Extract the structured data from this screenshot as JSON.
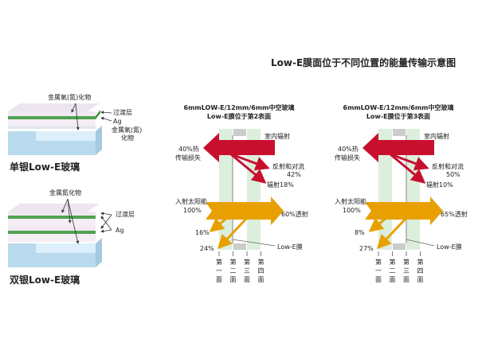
{
  "title": "Low-E膜面位于不同位置的能量传输示意图",
  "single": {
    "caption": "单银Low-E玻璃",
    "label_top": "金属氧(氮)化物",
    "label_transition": "过渡层",
    "label_ag": "Ag",
    "label_bottom_1": "金属氧(氮)",
    "label_bottom_2": "化物"
  },
  "double": {
    "caption": "双银Low-E玻璃",
    "label_top": "金属氮化物",
    "label_transition": "过渡层",
    "label_ag": "Ag"
  },
  "diagrams": [
    {
      "title_1": "6mmLOW-E/12mm/6mm中空玻璃",
      "title_2": "Low-E膜位于第2表面",
      "indoor": "室内辐射",
      "heat_loss_1": "40%热",
      "heat_loss_2": "传输损失",
      "reflect_1": "反射和对流",
      "reflect_2": "42%",
      "radiation": "辐射18%",
      "solar_1": "入射太阳能",
      "solar_2": "100%",
      "transmit": "60%透射",
      "r1": "16%",
      "r2": "24%",
      "lowe": "Low-E膜",
      "surfaces": [
        "第一面",
        "第二面",
        "第三面",
        "第四面"
      ]
    },
    {
      "title_1": "6mmLOW-E/12mm/6mm中空玻璃",
      "title_2": "Low-E膜位于第3表面",
      "indoor": "室内辐射",
      "heat_loss_1": "40%热",
      "heat_loss_2": "传输损失",
      "reflect_1": "反射和对流",
      "reflect_2": "50%",
      "radiation": "辐射10%",
      "solar_1": "入射太阳能",
      "solar_2": "100%",
      "transmit": "65%透射",
      "r1": "8%",
      "r2": "27%",
      "lowe": "Low-E膜",
      "surfaces": [
        "第一面",
        "第二面",
        "第三面",
        "第四面"
      ]
    }
  ],
  "colors": {
    "red": "#c8102e",
    "orange": "#e8a000",
    "green": "#3c9a3c",
    "glass": "#b9d9ec",
    "pane": "#dcefdc"
  }
}
